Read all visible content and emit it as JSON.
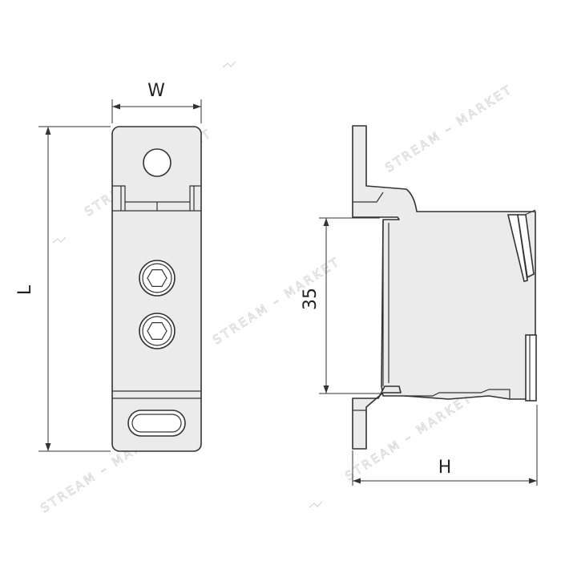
{
  "dimensions": {
    "width_label": "W",
    "length_label": "L",
    "rail_label": "35",
    "height_label": "H"
  },
  "watermark": {
    "text": "STREAM – MARKET"
  },
  "colors": {
    "body_fill": "#ebebeb",
    "line": "#333333",
    "watermark": "#d4d4d4"
  }
}
